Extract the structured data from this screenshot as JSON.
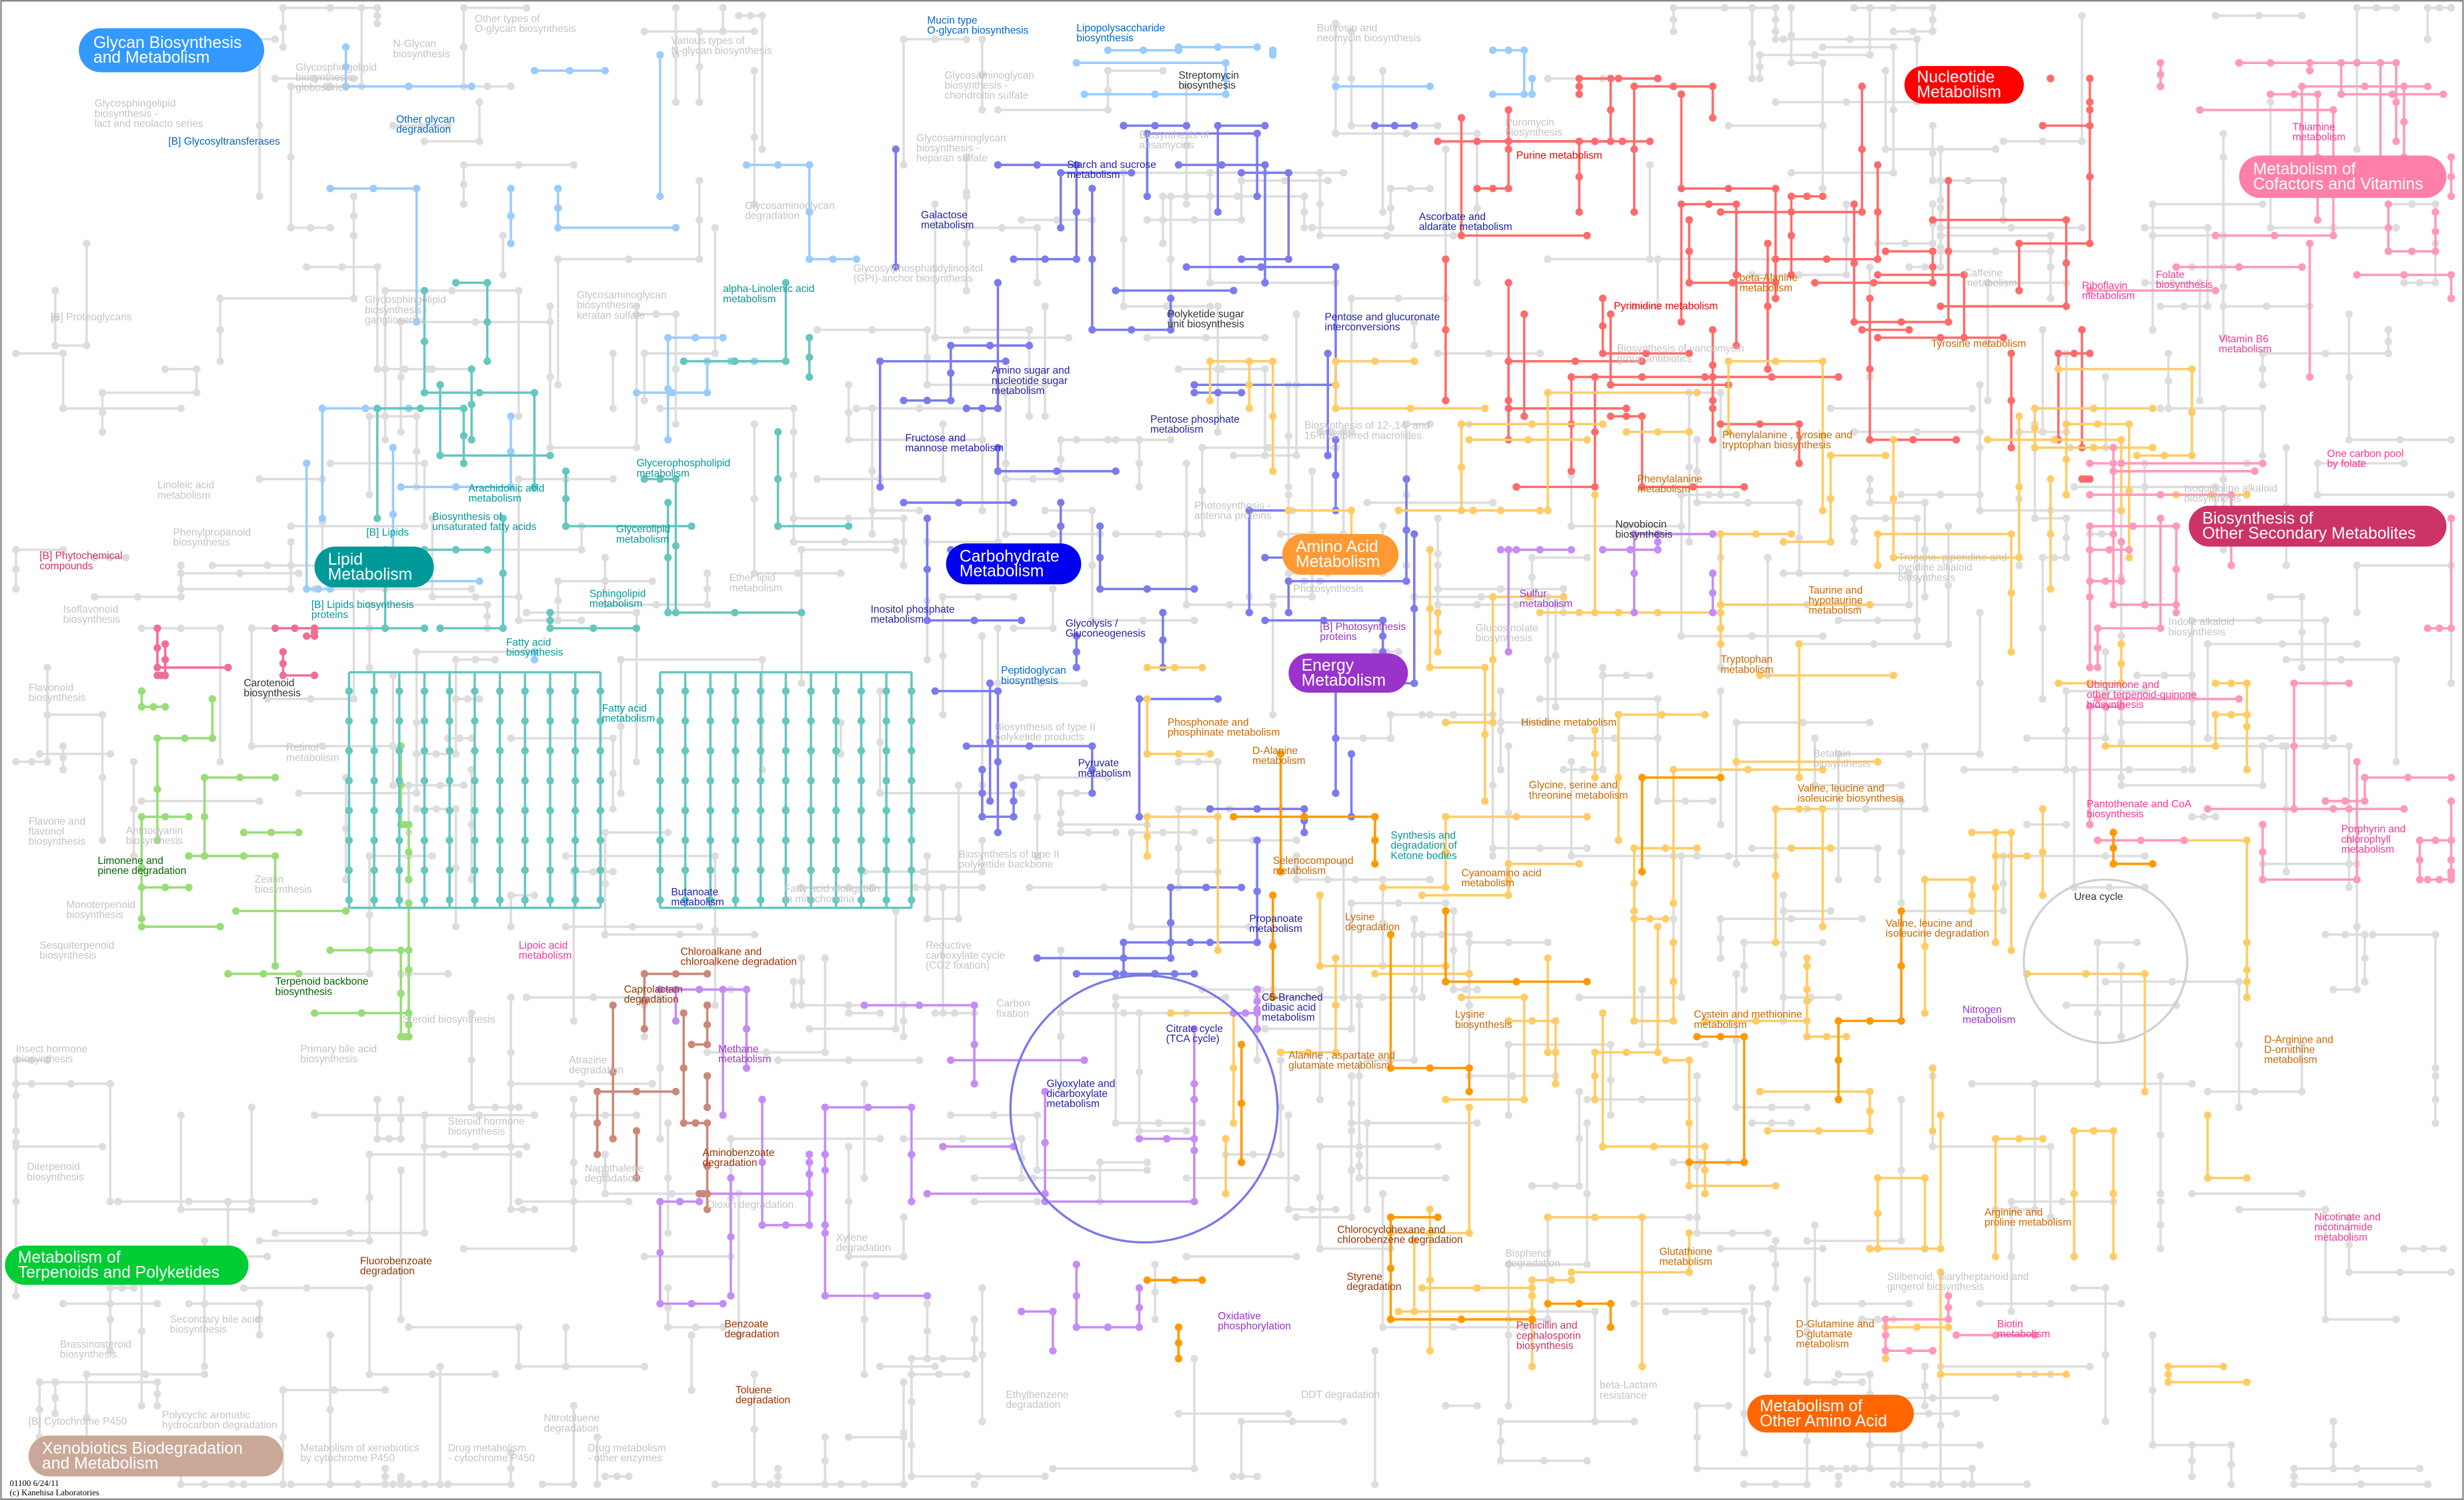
{
  "title": "Metabolic pathways",
  "footer": {
    "id": "01100 6/24/11",
    "copyright": "(c) Kanehisa Laboratories"
  },
  "palette": {
    "glycan": {
      "text": "#0066cc",
      "box": "#3399ff",
      "line": "#99ccff"
    },
    "carb": {
      "text": "#2222aa",
      "box": "#0000ee",
      "line": "#7b7bee"
    },
    "lipid": {
      "text": "#009999",
      "box": "#009999",
      "line": "#66c6c0"
    },
    "nucleotide": {
      "text": "#ee0000",
      "box": "#ff0000",
      "line": "#ff6b6b"
    },
    "amino": {
      "text": "#cc6600",
      "box": "#ff9933",
      "line": "#ffcc66"
    },
    "energy": {
      "text": "#9933cc",
      "box": "#9933cc",
      "line": "#c58cf5"
    },
    "cofactor": {
      "text": "#ff3399",
      "box": "#ff7fa8",
      "line": "#ff99bb"
    },
    "secondary": {
      "text": "#cc3366",
      "box": "#cc3366",
      "line": "#ee6f93"
    },
    "terpenoid": {
      "text": "#006600",
      "box": "#00cc33",
      "line": "#99dd77"
    },
    "otheramino": {
      "text": "#cc6600",
      "box": "#ff6600",
      "line": "#ff9900"
    },
    "xeno": {
      "text": "#993300",
      "box": "#c9a898",
      "line": "#cc8877"
    },
    "dark": {
      "text": "#333333",
      "box": "#333333",
      "line": "#999999"
    },
    "gray": {
      "text": "#c4c4c4",
      "box": "#cccccc",
      "line": "#dddddd"
    }
  },
  "categories": [
    {
      "c": "glycan",
      "t": [
        "Glycan Biosynthesis",
        "and Metabolism"
      ]
    },
    {
      "c": "nucleotide",
      "t": [
        "Nucleotide",
        "Metabolism"
      ]
    },
    {
      "c": "cofactor",
      "t": [
        "Metabolism of",
        "Cofactors and Vitamins"
      ]
    },
    {
      "c": "lipid",
      "t": [
        "Lipid",
        "Metabolism"
      ]
    },
    {
      "c": "carb",
      "t": [
        "Carbohydrate",
        "Metabolism"
      ]
    },
    {
      "c": "amino",
      "t": [
        "Amino Acid",
        "Metabolism"
      ]
    },
    {
      "c": "energy",
      "t": [
        "Energy",
        "Metabolism"
      ]
    },
    {
      "c": "secondary",
      "t": [
        "Biosynthesis of",
        "Other Secondary Metabolites"
      ]
    },
    {
      "c": "terpenoid",
      "t": [
        "Metabolism of",
        "Terpenoids and Polyketides"
      ]
    },
    {
      "c": "otheramino",
      "t": [
        "Metabolism of",
        "Other Amino Acid"
      ]
    },
    {
      "c": "xeno",
      "t": [
        "Xenobiotics Biodegradation",
        "and Metabolism"
      ]
    }
  ],
  "labels": [
    {
      "c": "glycan",
      "t": [
        "Mucin type",
        "O-glycan biosynthesis"
      ]
    },
    {
      "c": "glycan",
      "t": [
        "Lipopolysaccharide",
        "biosynthesis"
      ]
    },
    {
      "c": "glycan",
      "t": [
        "Other glycan",
        "degradation"
      ]
    },
    {
      "c": "glycan",
      "t": [
        "[B] Glycosyltransferases"
      ]
    },
    {
      "c": "glycan",
      "t": [
        "Peptidoglycan",
        "biosynthesis"
      ]
    },
    {
      "c": "carb",
      "t": [
        "Starch and sucrose",
        "metabolism"
      ]
    },
    {
      "c": "carb",
      "t": [
        "Galactose",
        "metabolism"
      ]
    },
    {
      "c": "carb",
      "t": [
        "Ascorbate and",
        "aldarate metabolism"
      ]
    },
    {
      "c": "carb",
      "t": [
        "Pentose and glucuronate",
        "interconversions"
      ]
    },
    {
      "c": "carb",
      "t": [
        "Amino sugar and",
        "nucleotide sugar",
        "metabolism"
      ]
    },
    {
      "c": "carb",
      "t": [
        "Pentose phosphate",
        "metabolism"
      ]
    },
    {
      "c": "carb",
      "t": [
        "Fructose and",
        "mannose metabolism"
      ]
    },
    {
      "c": "carb",
      "t": [
        "Inositol phosphate",
        "metabolism"
      ]
    },
    {
      "c": "carb",
      "t": [
        "Glycolysis /",
        "Gluconeogenesis"
      ]
    },
    {
      "c": "carb",
      "t": [
        "Pyruvate",
        "metabolism"
      ]
    },
    {
      "c": "carb",
      "t": [
        "Propanoate",
        "metabolism"
      ]
    },
    {
      "c": "carb",
      "t": [
        "C5-Branched",
        "dibasic acid",
        "metabolism"
      ]
    },
    {
      "c": "carb",
      "t": [
        "Citrate cycle",
        "(TCA cycle)"
      ]
    },
    {
      "c": "carb",
      "t": [
        "Glyoxylate and",
        "dicarboxylate",
        "metabolism"
      ]
    },
    {
      "c": "carb",
      "t": [
        "Butanoate",
        "metabolism"
      ]
    },
    {
      "c": "lipid",
      "t": [
        "alpha-Linolenic acid",
        "metabolism"
      ]
    },
    {
      "c": "lipid",
      "t": [
        "Glycerophospholipid",
        "metabolism"
      ]
    },
    {
      "c": "lipid",
      "t": [
        "Arachidonic acid",
        "metabolism"
      ]
    },
    {
      "c": "lipid",
      "t": [
        "Biosynthesis of",
        "unsaturated fatty acids"
      ]
    },
    {
      "c": "lipid",
      "t": [
        "[B] Lipids"
      ]
    },
    {
      "c": "lipid",
      "t": [
        "Glycerolipid",
        "metabolism"
      ]
    },
    {
      "c": "lipid",
      "t": [
        "[B] Lipids biosynthesis",
        "proteins"
      ]
    },
    {
      "c": "lipid",
      "t": [
        "Sphingolipid",
        "metabolism"
      ]
    },
    {
      "c": "lipid",
      "t": [
        "Fatty acid",
        "biosynthesis"
      ]
    },
    {
      "c": "lipid",
      "t": [
        "Fatty acid",
        "metabolism"
      ]
    },
    {
      "c": "lipid",
      "t": [
        "Synthesis and",
        "degradation of",
        "Ketone bodies"
      ]
    },
    {
      "c": "nucleotide",
      "t": [
        "Purine metabolism"
      ]
    },
    {
      "c": "nucleotide",
      "t": [
        "Pyrimidine metabolism"
      ]
    },
    {
      "c": "amino",
      "t": [
        "beta-Alanine",
        "metabolism"
      ]
    },
    {
      "c": "amino",
      "t": [
        "Tyrosine metabolism"
      ]
    },
    {
      "c": "amino",
      "t": [
        "Phenylalanine , tyrosine and",
        "tryptophan biosynthesis"
      ]
    },
    {
      "c": "amino",
      "t": [
        "Phenylalanine",
        "metabolism"
      ]
    },
    {
      "c": "amino",
      "t": [
        "Taurine and",
        "hypotaurine",
        "metabolism"
      ]
    },
    {
      "c": "amino",
      "t": [
        "Tryptophan",
        "metabolism"
      ]
    },
    {
      "c": "amino",
      "t": [
        "Histidine metabolism"
      ]
    },
    {
      "c": "amino",
      "t": [
        "Phosphonate and",
        "phosphinate metabolism"
      ]
    },
    {
      "c": "amino",
      "t": [
        "D-Alanine",
        "metabolism"
      ]
    },
    {
      "c": "amino",
      "t": [
        "Glycine, serine and",
        "threonine metabolism"
      ]
    },
    {
      "c": "amino",
      "t": [
        "Valine, leucine and",
        "isoleucine biosynthesis"
      ]
    },
    {
      "c": "amino",
      "t": [
        "Selenocompound",
        "metabolism"
      ]
    },
    {
      "c": "amino",
      "t": [
        "Cyanoamino acid",
        "metabolism"
      ]
    },
    {
      "c": "amino",
      "t": [
        "Lysine",
        "degradation"
      ]
    },
    {
      "c": "amino",
      "t": [
        "Valine, leucine and",
        "isoleucine degradation"
      ]
    },
    {
      "c": "amino",
      "t": [
        "Lysine",
        "biosynthesis"
      ]
    },
    {
      "c": "amino",
      "t": [
        "Cystein and methionine",
        "metabolism"
      ]
    },
    {
      "c": "amino",
      "t": [
        "Alanine , aspartate and",
        "glutamate metabolism"
      ]
    },
    {
      "c": "amino",
      "t": [
        "Arginine and",
        "proline metabolism"
      ]
    },
    {
      "c": "amino",
      "t": [
        "D-Arginine and",
        "D-ornithine",
        "metabolism"
      ]
    },
    {
      "c": "otheramino",
      "t": [
        "Glutathione",
        "metabolism"
      ]
    },
    {
      "c": "otheramino",
      "t": [
        "D-Glutamine and",
        "D-glutamate",
        "metabolism"
      ]
    },
    {
      "c": "secondary",
      "t": [
        "Penicillin and",
        "cephalosporin",
        "biosynthesis"
      ]
    },
    {
      "c": "energy",
      "t": [
        "Sulfur",
        "metabolism"
      ]
    },
    {
      "c": "energy",
      "t": [
        "[B] Photosynthesis",
        "proteins"
      ]
    },
    {
      "c": "energy",
      "t": [
        "Nitrogen",
        "metabolism"
      ]
    },
    {
      "c": "energy",
      "t": [
        "Methane",
        "metabolism"
      ]
    },
    {
      "c": "energy",
      "t": [
        "Oxidative",
        "phosphorylation"
      ]
    },
    {
      "c": "cofactor",
      "t": [
        "Thiamine",
        "metabolism"
      ]
    },
    {
      "c": "cofactor",
      "t": [
        "Riboflavin",
        "metabolism"
      ]
    },
    {
      "c": "cofactor",
      "t": [
        "Folate",
        "biosynthesis"
      ]
    },
    {
      "c": "cofactor",
      "t": [
        "Vitamin B6",
        "metabolism"
      ]
    },
    {
      "c": "cofactor",
      "t": [
        "One carbon pool",
        "by folate"
      ]
    },
    {
      "c": "cofactor",
      "t": [
        "Ubiquinone and",
        "other terpenoid-quinone",
        "biosynthesis"
      ]
    },
    {
      "c": "cofactor",
      "t": [
        "Pantothenate and CoA",
        "biosynthesis"
      ]
    },
    {
      "c": "cofactor",
      "t": [
        "Porphyrin and",
        "chlorophyll",
        "metabolism"
      ]
    },
    {
      "c": "cofactor",
      "t": [
        "Nicotinate and",
        "nicotinamide",
        "metabolism"
      ]
    },
    {
      "c": "cofactor",
      "t": [
        "Lipoic acid",
        "metabolism"
      ]
    },
    {
      "c": "cofactor",
      "t": [
        "Biotin",
        "metabolism"
      ]
    },
    {
      "c": "secondary",
      "t": [
        "[B] Phytochemical",
        "compounds"
      ]
    },
    {
      "c": "dark",
      "t": [
        "Carotenoid",
        "biosynthesis"
      ]
    },
    {
      "c": "dark",
      "t": [
        "Novobiocin",
        "biosynthesis"
      ]
    },
    {
      "c": "dark",
      "t": [
        "Streptomycin",
        "biosynthesis"
      ]
    },
    {
      "c": "dark",
      "t": [
        "Polyketide sugar",
        "unit biosynthesis"
      ]
    },
    {
      "c": "dark",
      "t": [
        "Urea cycle"
      ]
    },
    {
      "c": "terpenoid",
      "t": [
        "Limonene and",
        "pinene degradation"
      ]
    },
    {
      "c": "terpenoid",
      "t": [
        "Terpenoid backbone",
        "biosynthesis"
      ]
    },
    {
      "c": "xeno",
      "t": [
        "Caprolactam",
        "degradation"
      ]
    },
    {
      "c": "xeno",
      "t": [
        "Chloroalkane and",
        "chloroalkene degradation"
      ]
    },
    {
      "c": "xeno",
      "t": [
        "Aminobenzoate",
        "degradation"
      ]
    },
    {
      "c": "xeno",
      "t": [
        "Fluorobenzoate",
        "degradation"
      ]
    },
    {
      "c": "xeno",
      "t": [
        "Benzoate",
        "degradation"
      ]
    },
    {
      "c": "xeno",
      "t": [
        "Toluene",
        "degradation"
      ]
    },
    {
      "c": "xeno",
      "t": [
        "Chlorocyclohexane and",
        "chlorobenzene degradation"
      ]
    },
    {
      "c": "xeno",
      "t": [
        "Styrene",
        "degradation"
      ]
    },
    {
      "c": "gray",
      "t": [
        "N-Glycan",
        "biosynthesis"
      ]
    },
    {
      "c": "gray",
      "t": [
        "Other types of",
        "O-glycan biosynthesis"
      ]
    },
    {
      "c": "gray",
      "t": [
        "Various types of",
        "N-glycan biosynthesis"
      ]
    },
    {
      "c": "gray",
      "t": [
        "Glycosphingolipid",
        "biosynthesis -",
        "globoseries"
      ]
    },
    {
      "c": "gray",
      "t": [
        "Glycosphingolipid",
        "biosynthesis -",
        "lact and neolacto series"
      ]
    },
    {
      "c": "gray",
      "t": [
        "[B] Proteoglycans"
      ]
    },
    {
      "c": "gray",
      "t": [
        "Glycosphingolipid",
        "biosynthesis -",
        "ganglioseries"
      ]
    },
    {
      "c": "gray",
      "t": [
        "Glycosaminoglycan",
        "biosynthesis -",
        "chondroitin sulfate"
      ]
    },
    {
      "c": "gray",
      "t": [
        "Glycosaminoglycan",
        "biosynthesis -",
        "heparan sulfate"
      ]
    },
    {
      "c": "gray",
      "t": [
        "Glycosaminoglycan",
        "degradation"
      ]
    },
    {
      "c": "gray",
      "t": [
        "Glycosaminoglycan",
        "biosynthesis -",
        "keratan sulfate"
      ]
    },
    {
      "c": "gray",
      "t": [
        "Glycosylphosphatidylinositol",
        "(GPI)-anchor biosynthesis"
      ]
    },
    {
      "c": "gray",
      "t": [
        "Linoleic acid",
        "metabolism"
      ]
    },
    {
      "c": "gray",
      "t": [
        "Phenylpropanoid",
        "biosynthesis"
      ]
    },
    {
      "c": "gray",
      "t": [
        "Ether lipid",
        "metabolism"
      ]
    },
    {
      "c": "gray",
      "t": [
        "Isoflavonoid",
        "biosynthesis"
      ]
    },
    {
      "c": "gray",
      "t": [
        "Flavonoid",
        "biosynthesis"
      ]
    },
    {
      "c": "gray",
      "t": [
        "Retinol",
        "metabolism"
      ]
    },
    {
      "c": "gray",
      "t": [
        "Flavone and",
        "flavonol",
        "biosynthesis"
      ]
    },
    {
      "c": "gray",
      "t": [
        "Anthocyanin",
        "biosynthesis"
      ]
    },
    {
      "c": "gray",
      "t": [
        "Zeatin",
        "biosynthesis"
      ]
    },
    {
      "c": "gray",
      "t": [
        "Monoterpenoid",
        "biosynthesis"
      ]
    },
    {
      "c": "gray",
      "t": [
        "Sesquiterpenoid",
        "biosynthesis"
      ]
    },
    {
      "c": "gray",
      "t": [
        "Insect hormone",
        "biosynthesis"
      ]
    },
    {
      "c": "gray",
      "t": [
        "Diterpenoid",
        "biosynthesis"
      ]
    },
    {
      "c": "gray",
      "t": [
        "Steroid biosynthesis"
      ]
    },
    {
      "c": "gray",
      "t": [
        "Primary bile acid",
        "biosynthesis"
      ]
    },
    {
      "c": "gray",
      "t": [
        "Steroid hormone",
        "biosynthesis"
      ]
    },
    {
      "c": "gray",
      "t": [
        "Atrazine",
        "degradation"
      ]
    },
    {
      "c": "gray",
      "t": [
        "Naphthalene",
        "degradation"
      ]
    },
    {
      "c": "gray",
      "t": [
        "Dioxin degradation"
      ]
    },
    {
      "c": "gray",
      "t": [
        "Xylene",
        "degradation"
      ]
    },
    {
      "c": "gray",
      "t": [
        "Secondary bile acid",
        "biosynthesis"
      ]
    },
    {
      "c": "gray",
      "t": [
        "Brassinosteroid",
        "biosynthesis"
      ]
    },
    {
      "c": "gray",
      "t": [
        "Polycyclic aromatic",
        "hydrocarbon degradation"
      ]
    },
    {
      "c": "gray",
      "t": [
        "[B] Cytochrome P450"
      ]
    },
    {
      "c": "gray",
      "t": [
        "Metabolism of xenobiotics",
        "by cytochrome P450"
      ]
    },
    {
      "c": "gray",
      "t": [
        "Drug metabolism",
        "- cytochrome P450"
      ]
    },
    {
      "c": "gray",
      "t": [
        "Drug metabolism",
        "- other enzymes"
      ]
    },
    {
      "c": "gray",
      "t": [
        "Nitrotoluene",
        "degradation"
      ]
    },
    {
      "c": "gray",
      "t": [
        "Ethylbenzene",
        "degradation"
      ]
    },
    {
      "c": "gray",
      "t": [
        "DDT degradation"
      ]
    },
    {
      "c": "gray",
      "t": [
        "Carbon",
        "fixation"
      ]
    },
    {
      "c": "gray",
      "t": [
        "Reductive",
        "carboxylate cycle",
        "(CO2 fixation)"
      ]
    },
    {
      "c": "gray",
      "t": [
        "Photosynthesis -",
        "antenna proteins"
      ]
    },
    {
      "c": "gray",
      "t": [
        "Photosynthesis"
      ]
    },
    {
      "c": "gray",
      "t": [
        "Biosynthesis of type II",
        "polyketide products"
      ]
    },
    {
      "c": "gray",
      "t": [
        "Biosynthesis of type II",
        "polyketide backbone"
      ]
    },
    {
      "c": "gray",
      "t": [
        "Fatty acid elongation",
        "in mitochondria"
      ]
    },
    {
      "c": "gray",
      "t": [
        "Biosynthesis of 12-,14- and",
        "16-membered macrolides"
      ]
    },
    {
      "c": "gray",
      "t": [
        "Biosynthesis of vancomycin",
        "group antibiotics"
      ]
    },
    {
      "c": "gray",
      "t": [
        "Butirosin and",
        "neomycin biosynthesis"
      ]
    },
    {
      "c": "gray",
      "t": [
        "Biosynthesis of",
        "ansamycins"
      ]
    },
    {
      "c": "gray",
      "t": [
        "Puromycin",
        "biosynthesis"
      ]
    },
    {
      "c": "gray",
      "t": [
        "Caffeine",
        "metabolism"
      ]
    },
    {
      "c": "gray",
      "t": [
        "Glucosinolate",
        "biosynthesis"
      ]
    },
    {
      "c": "gray",
      "t": [
        "Indole alkaloid",
        "biosynthesis"
      ]
    },
    {
      "c": "gray",
      "t": [
        "Isoquinoline alkaloid",
        "biosynthesis"
      ]
    },
    {
      "c": "gray",
      "t": [
        "Tropane, piperidine and",
        "pyridine alkaloid",
        "biosynthesis"
      ]
    },
    {
      "c": "gray",
      "t": [
        "Betalain",
        "biosynthesis"
      ]
    },
    {
      "c": "gray",
      "t": [
        "beta-Lactam",
        "resistance"
      ]
    },
    {
      "c": "gray",
      "t": [
        "Bisphenol",
        "degradation"
      ]
    },
    {
      "c": "gray",
      "t": [
        "Stilbenoid, diarylheptanoid and",
        "gingerol biosynthesis"
      ]
    }
  ]
}
